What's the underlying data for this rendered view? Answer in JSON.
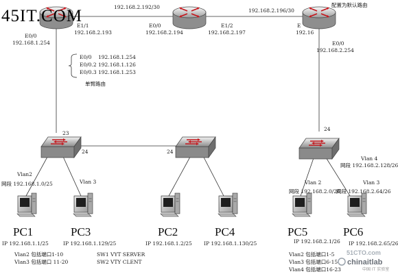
{
  "watermark": {
    "text": "45IT.COM"
  },
  "routers": {
    "r1": {
      "int_up": "E1/1",
      "ip_up": "192.168.2.193",
      "int_down": "E0/0",
      "ip_down": "192.168.1.254"
    },
    "r2": {
      "int_left": "E0/0",
      "ip_left": "192.168.2.194",
      "int_right": "E1/2",
      "ip_right": "192.168.2.197"
    },
    "r3": {
      "default_route_label": "配置为默认路由",
      "int_left": "E",
      "ip_left": "192.16",
      "int_down": "E0/0",
      "ip_down": "192.168.2.254"
    }
  },
  "links": {
    "r1_r2_subnet": "192.168.2.192/30",
    "r2_r3_subnet": "192.168.2.196/30"
  },
  "subinterfaces": {
    "rows": [
      {
        "name": "E0/0",
        "ip": "192.168.1.254"
      },
      {
        "name": "E0/0.2",
        "ip": "192.168.1.126"
      },
      {
        "name": "E0/0.3",
        "ip": "192.168.1.253"
      }
    ],
    "caption": "单臂路由"
  },
  "switches": {
    "sw1": {
      "port_up": "23",
      "port_right": "24",
      "vlan2": "Vlan2",
      "vlan2_net": "网段 192.168.1.0/25",
      "vlan3": "Vlan 3"
    },
    "sw2": {
      "port_left": "24"
    },
    "sw3": {
      "port_up": "24",
      "vlan4": "Vlan 4",
      "vlan4_net": "网段 192.168.2.128/26",
      "vlan2": "Vlan 2",
      "vlan2_net": "网段 192.168.2.0/26",
      "vlan3": "Vlan 3",
      "vlan3_net": "网段 192.168.2.64/26"
    }
  },
  "pcs": [
    {
      "name": "PC1",
      "ip": "IP 192.168.1.1/25"
    },
    {
      "name": "PC3",
      "ip": "IP 192.168.1.129/25"
    },
    {
      "name": "PC2",
      "ip": "IP 192.168.1.2/25"
    },
    {
      "name": "PC4",
      "ip": "IP 192.168.1.130/25"
    },
    {
      "name": "PC5",
      "ip": "IP 192.168.2.1/26"
    },
    {
      "name": "PC6",
      "ip": "IP 192.168.2.65/26"
    }
  ],
  "notes": {
    "left": [
      "Vlan2 包括端口1-10",
      "Vlan3 包括端口 11-20"
    ],
    "middle": [
      "SW1 VYT SERVER",
      "SW2 VTY CLENT"
    ],
    "right": [
      "Vlan2 包括端口1-5",
      "Vlan3 包括端口6-15",
      "Vlan4 包括端口16-23"
    ]
  },
  "stamp": {
    "line1": "51CTO.com",
    "line2": "chinaitlab",
    "line3": "中国 IT 实验室"
  }
}
